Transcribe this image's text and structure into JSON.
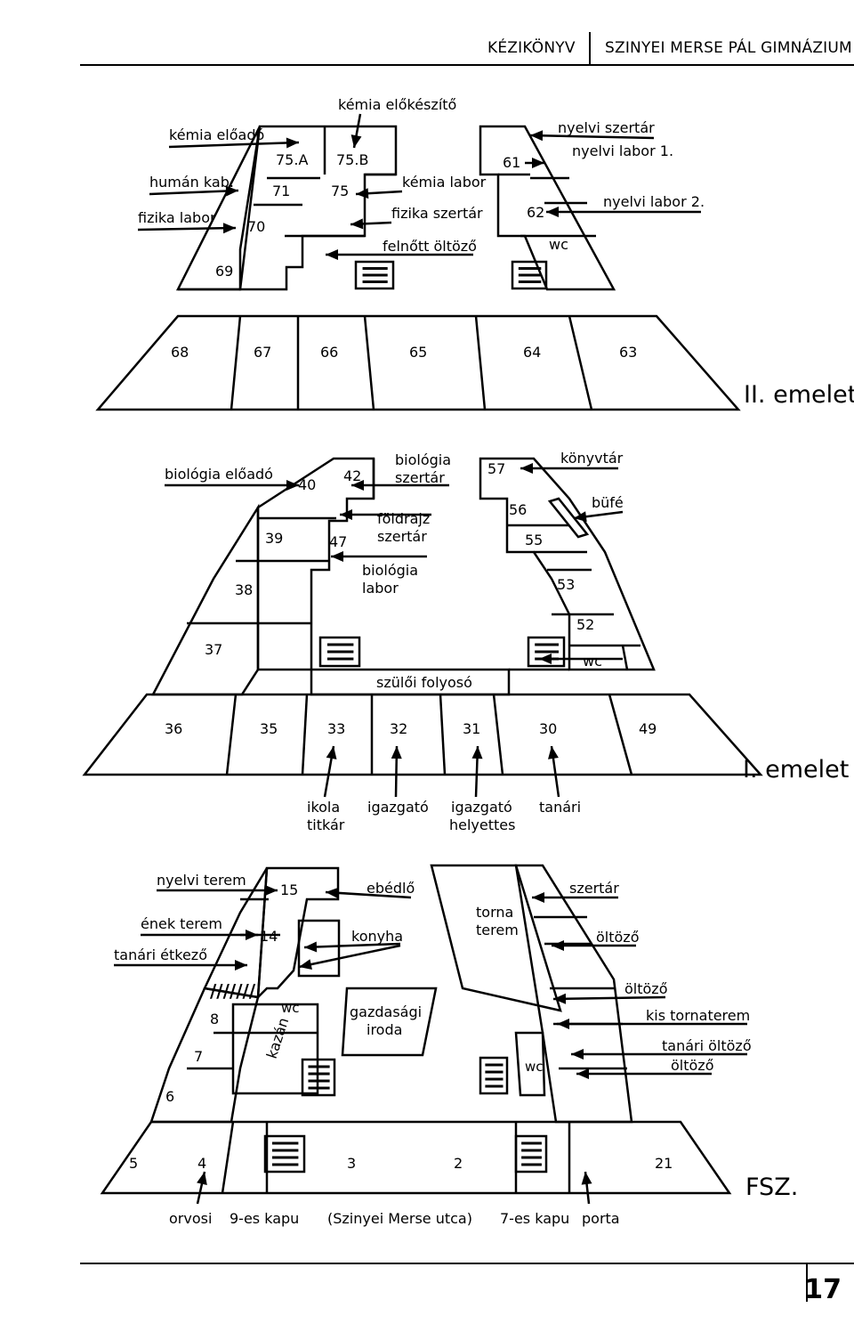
{
  "header": {
    "left": "KÉZIKÖNYV",
    "right": "SZINYEI MERSE PÁL GIMNÁZIUM"
  },
  "page_number": "17",
  "floors": {
    "second": {
      "title": "II. emelet",
      "labels": [
        "kémia előkészítő",
        "kémia előadó",
        "humán kab.",
        "fizika labor",
        "kémia labor",
        "fizika szertár",
        "felnőtt öltöző",
        "nyelvi szertár",
        "nyelvi labor 1.",
        "nyelvi labor 2.",
        "wc"
      ],
      "rooms": [
        "75.A",
        "75.B",
        "71",
        "75",
        "70",
        "69",
        "61",
        "62",
        "68",
        "67",
        "66",
        "65",
        "64",
        "63"
      ]
    },
    "first": {
      "title": "I. emelet",
      "labels": [
        "biológia előadó",
        "biológia",
        "szertár",
        "földrajz",
        "szertár",
        "biológia",
        "labor",
        "könyvtár",
        "büfé",
        "wc",
        "szülői folyosó",
        "ikola",
        "titkár",
        "igazgató",
        "igazgató",
        "helyettes",
        "tanári"
      ],
      "rooms": [
        "40",
        "42",
        "57",
        "56",
        "55",
        "39",
        "47",
        "38",
        "53",
        "52",
        "37",
        "36",
        "35",
        "33",
        "32",
        "31",
        "30",
        "49"
      ]
    },
    "ground": {
      "title": "FSZ.",
      "labels": [
        "nyelvi terem",
        "ének terem",
        "tanári étkező",
        "ebédlő",
        "konyha",
        "torna",
        "terem",
        "szertár",
        "öltöző",
        "öltöző",
        "kis tornaterem",
        "tanári öltöző",
        "öltöző",
        "wc",
        "kazán",
        "gazdasági",
        "iroda",
        "wc",
        "orvosi",
        "9-es kapu",
        "(Szinyei Merse utca)",
        "7-es kapu",
        "porta"
      ],
      "rooms": [
        "15",
        "14",
        "8",
        "7",
        "6",
        "5",
        "4",
        "3",
        "2",
        "21"
      ]
    }
  }
}
